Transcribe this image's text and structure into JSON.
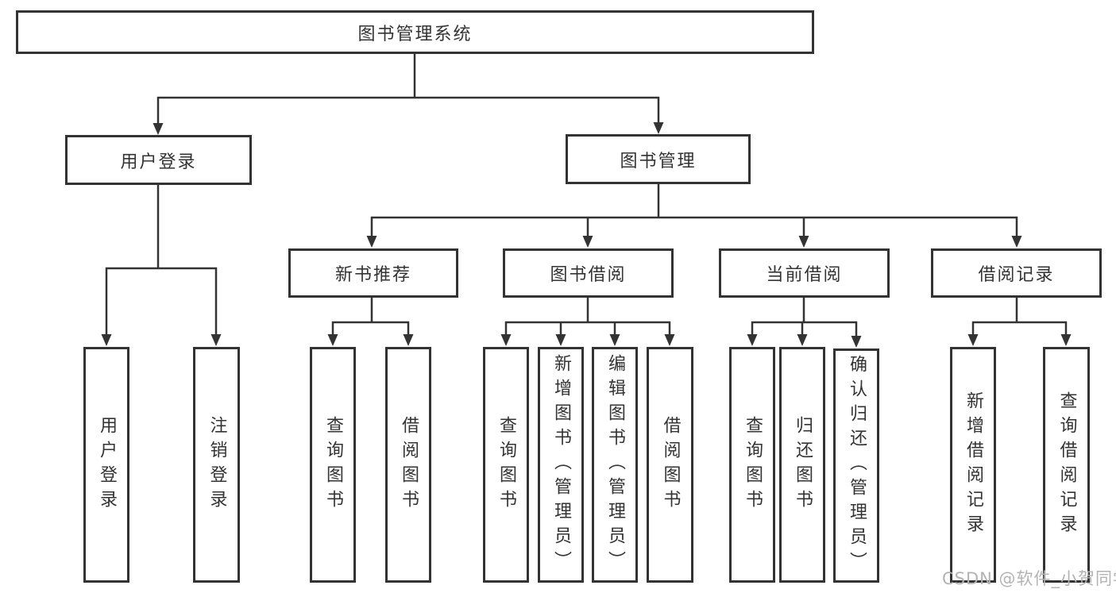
{
  "tree": {
    "root": {
      "label": "图书管理系统"
    },
    "branches": [
      {
        "label": "用户登录",
        "children": [
          {
            "label": "用户登录"
          },
          {
            "label": "注销登录"
          }
        ]
      },
      {
        "label": "图书管理",
        "children": [
          {
            "label": "新书推荐",
            "children": [
              {
                "label": "查询图书"
              },
              {
                "label": "借阅图书"
              }
            ]
          },
          {
            "label": "图书借阅",
            "children": [
              {
                "label": "查询图书"
              },
              {
                "label": "新增图书（管理员）"
              },
              {
                "label": "编辑图书（管理员）"
              },
              {
                "label": "借阅图书"
              }
            ]
          },
          {
            "label": "当前借阅",
            "children": [
              {
                "label": "查询图书"
              },
              {
                "label": "归还图书"
              },
              {
                "label": "确认归还（管理员）"
              }
            ]
          },
          {
            "label": "借阅记录",
            "children": [
              {
                "label": "新增借阅记录"
              },
              {
                "label": "查询借阅记录"
              }
            ]
          }
        ]
      }
    ]
  },
  "watermark": {
    "text": "CSDN @软件_小贺同学"
  },
  "colors": {
    "line": "#333333",
    "box_border": "#333333",
    "text": "#333333",
    "watermark": "#b3b3b3",
    "background": "#ffffff"
  }
}
